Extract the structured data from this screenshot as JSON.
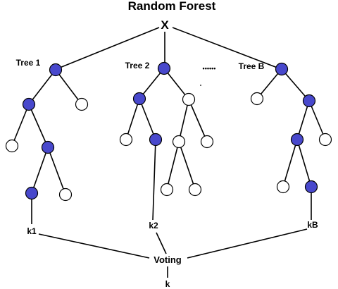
{
  "title": "Random Forest",
  "root_label": "X",
  "trees": [
    {
      "label": "Tree 1",
      "output": "k1"
    },
    {
      "label": "Tree 2",
      "output": "k2"
    },
    {
      "label": "Tree B",
      "output": "kB"
    }
  ],
  "ellipsis": "••••••",
  "vote_label": "Voting",
  "final_output": "k",
  "colors": {
    "active_node": "#4848cc",
    "inactive_node": "#ffffff",
    "stroke": "#000000",
    "text": "#000000"
  }
}
